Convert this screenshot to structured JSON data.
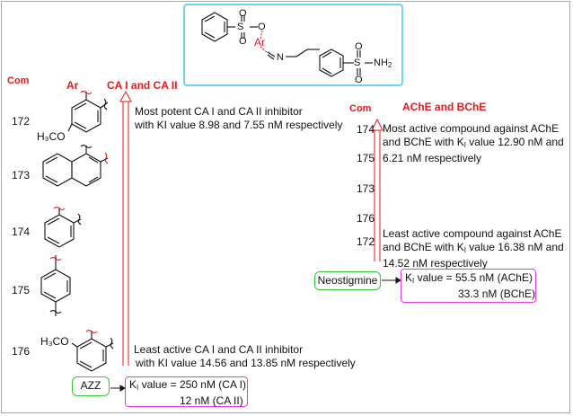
{
  "headers": {
    "com_left": "Com",
    "ar": "Ar",
    "ca_title": "CA I and CA II",
    "com_right": "Com",
    "ache_title": "AChE and BChE"
  },
  "colors": {
    "accent_red": "#e8171b",
    "cyan_box": "#3fc7e8",
    "magenta_box": "#e23ddf",
    "green_box": "#36c236"
  },
  "scaffold": {
    "ar_label": "Ar",
    "o1": "O",
    "o2": "O",
    "o3": "O",
    "s": "S",
    "n": "N",
    "s2": "S",
    "o4": "O",
    "o5": "O",
    "nh2": "NH",
    "nh2_sub": "2"
  },
  "left_compounds": [
    {
      "id": "172",
      "label": "H₃CO"
    },
    {
      "id": "173",
      "label": ""
    },
    {
      "id": "174",
      "label": ""
    },
    {
      "id": "175",
      "label": ""
    },
    {
      "id": "176",
      "label": "H₃CO"
    }
  ],
  "ca_top_note": [
    "Most potent CA I and CA II inhibitor",
    "with KI value 8.98 and 7.55 nM respectively"
  ],
  "ca_bottom_note": [
    "Least active CA I and CA II inhibitor",
    "with KI value 14.56 and 13.85 nM respectively"
  ],
  "azz": {
    "label": "AZZ",
    "k": "K",
    "k_sub": "I",
    "line1": " value = 250 nM (CA I)",
    "line2": "12 nM (CA II)"
  },
  "right_compounds": [
    "174",
    "175",
    "173",
    "176",
    "172"
  ],
  "ache_top_note": {
    "line1": "Most active compound against AChE",
    "line2a": "and BChE with K",
    "line2_sub": "I",
    "line2b": " value 12.90 nM and",
    "line3": "6.21 nM respectively"
  },
  "ache_bottom_note": {
    "line1": "Least active compound against AChE",
    "line2a": "and BChE with K",
    "line2_sub": "I",
    "line2b": " value  16.38 nM and",
    "line3": "14.52 nM respectively"
  },
  "neostigmine": {
    "label": "Neostigmine",
    "k": "K",
    "k_sub": "I",
    "line1": " value = 55.5 nM (AChE)",
    "line2": "33.3 nM (BChE)"
  }
}
